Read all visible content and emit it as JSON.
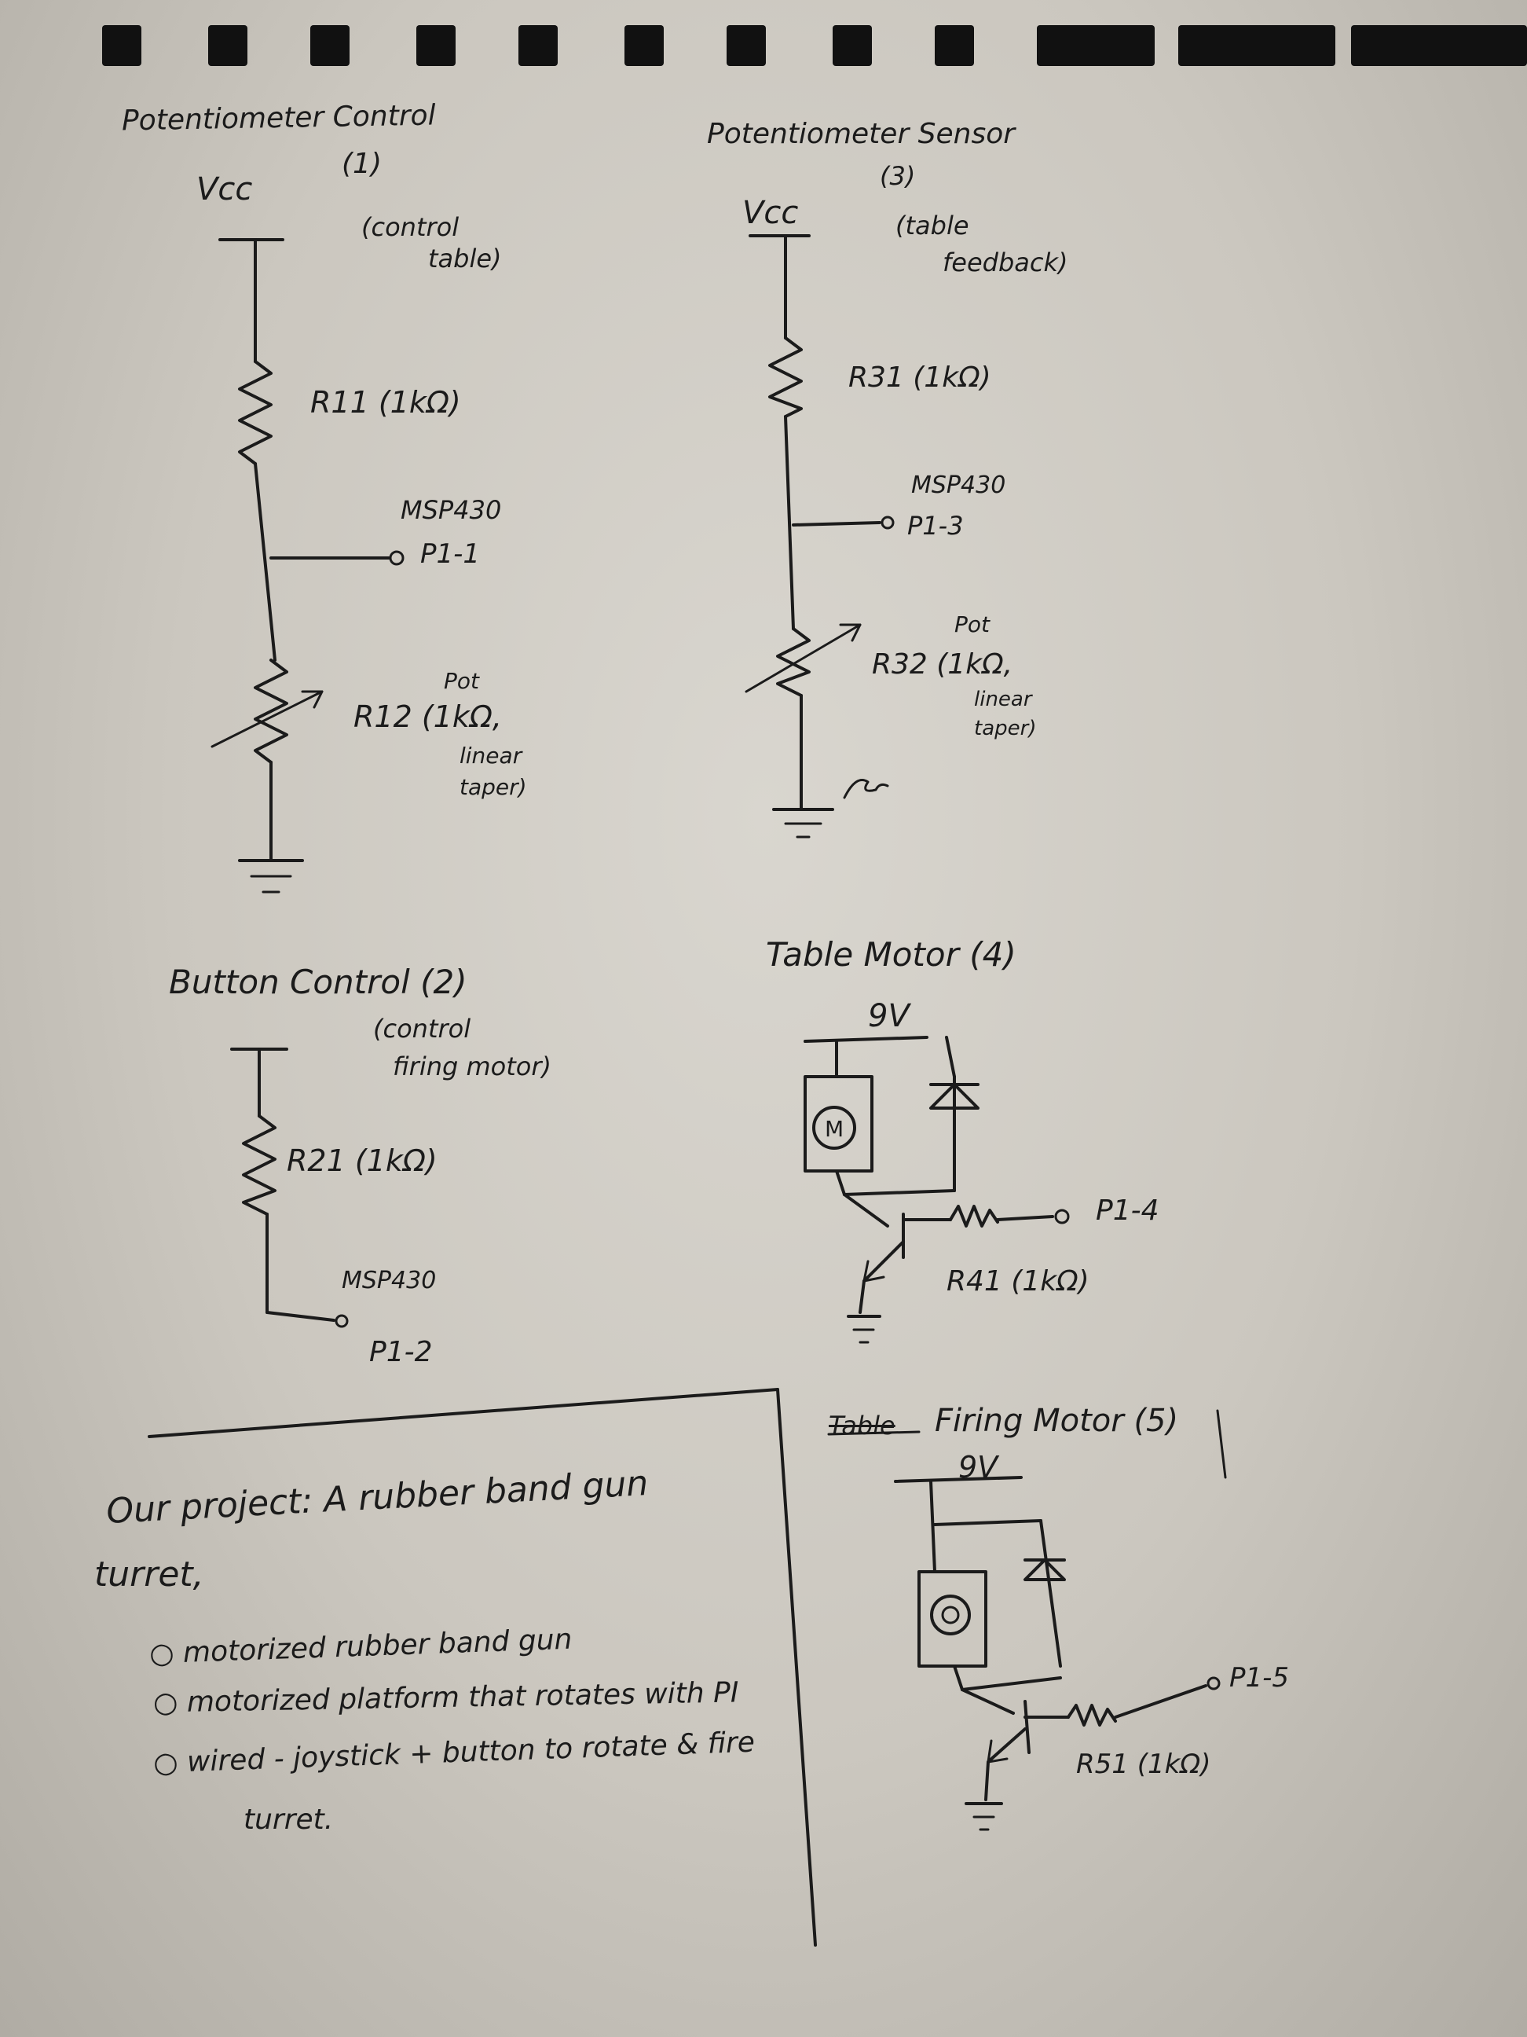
{
  "circuit1": {
    "title": "Potentiometer Control",
    "number": "(1)",
    "vcc": "Vcc",
    "note1": "(control",
    "note2": "table)",
    "r_top": "R11 (1kΩ)",
    "mcu": "MSP430",
    "pin": "P1-1",
    "pot1": "Pot",
    "r_pot": "R12 (1kΩ,",
    "pot2": "linear",
    "pot3": "taper)"
  },
  "circuit3": {
    "title": "Potentiometer Sensor",
    "number": "(3)",
    "vcc": "Vcc",
    "note1": "(table",
    "note2": "feedback)",
    "r_top": "R31 (1kΩ)",
    "mcu": "MSP430",
    "pin": "P1-3",
    "pot1": "Pot",
    "r_pot": "R32 (1kΩ,",
    "pot2": "linear",
    "pot3": "taper)"
  },
  "circuit2": {
    "title": "Button Control (2)",
    "note1": "(control",
    "note2": "firing motor)",
    "r": "R21 (1kΩ)",
    "mcu": "MSP430",
    "pin": "P1-2"
  },
  "circuit4": {
    "title": "Table Motor (4)",
    "supply": "9V",
    "motor": "M",
    "pin": "P1-4",
    "r": "R41 (1kΩ)"
  },
  "circuit5": {
    "struck": "Table",
    "title": "Firing Motor (5)",
    "supply": "9V",
    "pin": "P1-5",
    "r": "R51 (1kΩ)"
  },
  "project": {
    "line1": "Our project: A rubber band gun",
    "line2": "turret,",
    "bullets": [
      "motorized rubber band gun",
      "motorized platform that rotates with PI",
      "wired - joystick + button to rotate & fire"
    ],
    "line_last": "turret."
  }
}
